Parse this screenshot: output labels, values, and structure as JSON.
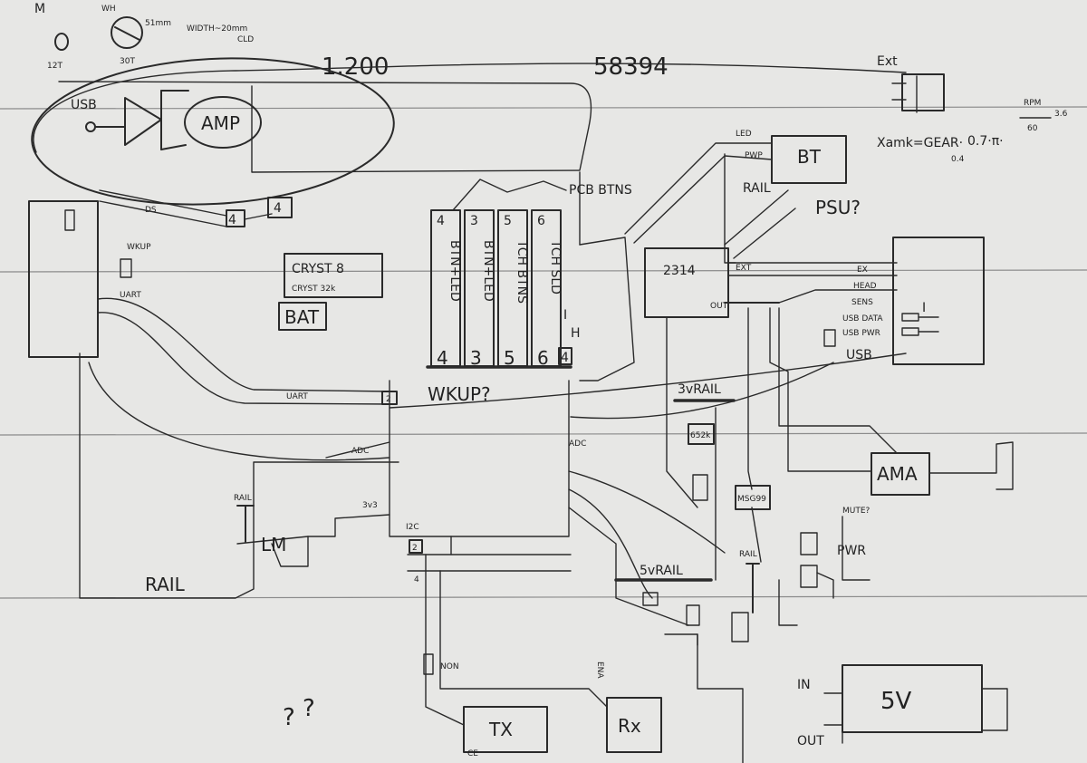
{
  "header_left": {
    "mark_m": "M",
    "mark_12t": "12T",
    "mark_wh": "WH",
    "mark_30t": "30T",
    "mark_51mm": "51mm",
    "mark_width": "WIDTH~20mm",
    "mark_cld": "CLD"
  },
  "numbers": {
    "n1200": "1.200",
    "n58394": "58394"
  },
  "amp_area": {
    "usb": "USB",
    "amp": "AMP",
    "ds": "DS",
    "n4a": "4",
    "n4b": "4"
  },
  "left_side": {
    "wkup": "WKUP",
    "uart": "UART"
  },
  "crystals": {
    "cryst1": "CRYST 8",
    "cryst2": "CRYST 32k",
    "bat": "BAT"
  },
  "buttons": {
    "title": "PCB BTNS",
    "columns": [
      {
        "top": "4",
        "label": "BTN+LED",
        "bottom": "4"
      },
      {
        "top": "3",
        "label": "BTN+LED",
        "bottom": "3"
      },
      {
        "top": "5",
        "label": "TCH BTNS",
        "bottom": "5"
      },
      {
        "top": "6",
        "label": "TCH SLD",
        "bottom": "6"
      }
    ],
    "side_num": "4",
    "side_h": "H",
    "side_i": "I"
  },
  "mcu": {
    "uart": "UART",
    "n2": "2",
    "wkup": "WKUP?",
    "adc_left": "ADC",
    "adc_right": "ADC",
    "rail": "RAIL",
    "lm": "LM",
    "v3v3": "3v3",
    "i2c": "I2C",
    "n2b": "2",
    "n4b": "4",
    "rail_bottom": "RAIL"
  },
  "right_side": {
    "ext": "Ext",
    "formula_x": "Xamk=GEAR·",
    "formula_rest": "0.7·π·",
    "formula_rpm": "RPM",
    "formula_60": "60",
    "formula_36": "3.6",
    "formula_04": "0.4",
    "led": "LED",
    "pwp": "PWP",
    "bt": "BT",
    "rail": "RAIL",
    "psu": "PSU?",
    "chip": "2314",
    "ext2": "EXT",
    "out": "OUT",
    "conn_ex": "EX",
    "conn_head": "HEAD",
    "conn_sens": "SENS",
    "conn_usb_data": "USB DATA",
    "conn_usb_pwr": "USB PWR",
    "conn_usb": "USB",
    "conn_i": "I",
    "rail3v": "3vRAIL",
    "r652k": "652k",
    "msg": "MSG99",
    "ama": "AMA",
    "mute": "MUTE?",
    "rail5v": "5vRAIL",
    "rail_lbl": "RAIL",
    "pwr": "PWR",
    "in": "IN",
    "out5v": "OUT",
    "sv": "5V",
    "tx": "TX",
    "rx": "Rx",
    "ena": "ENA",
    "ce": "CE",
    "non": "NON",
    "q1": "?",
    "q2": "?"
  }
}
